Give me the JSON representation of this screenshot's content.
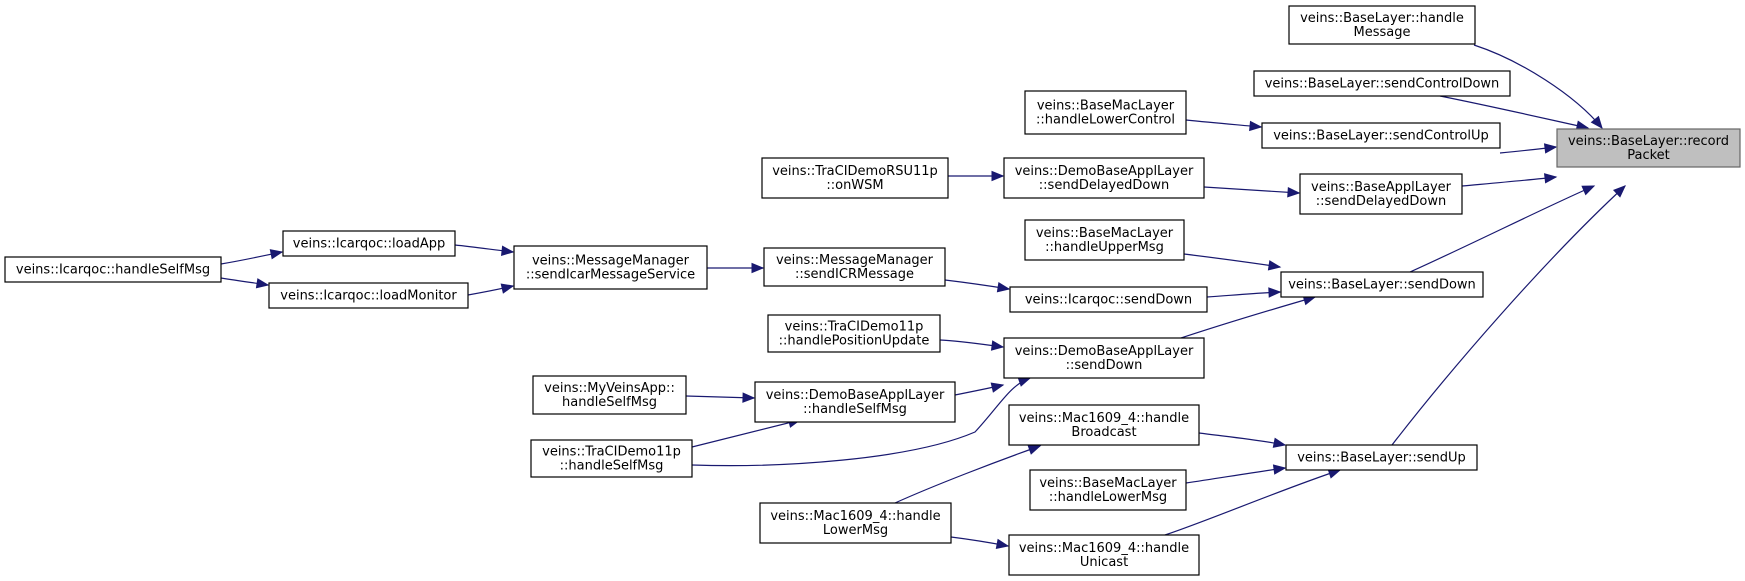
{
  "colors": {
    "edge": "#191970",
    "root_fill": "#bfbfbf",
    "node_border": "#000000"
  },
  "nodes": [
    {
      "id": "n1",
      "lines": [
        "veins::BaseLayer::record",
        "Packet"
      ],
      "root": true
    },
    {
      "id": "n2",
      "lines": [
        "veins::BaseLayer::handle",
        "Message"
      ]
    },
    {
      "id": "n3",
      "lines": [
        "veins::BaseLayer::sendControlDown"
      ]
    },
    {
      "id": "n4",
      "lines": [
        "veins::BaseLayer::sendControlUp"
      ]
    },
    {
      "id": "n5",
      "lines": [
        "veins::BaseMacLayer",
        "::handleLowerControl"
      ]
    },
    {
      "id": "n6",
      "lines": [
        "veins::BaseApplLayer",
        "::sendDelayedDown"
      ]
    },
    {
      "id": "n7",
      "lines": [
        "veins::DemoBaseApplLayer",
        "::sendDelayedDown"
      ]
    },
    {
      "id": "n8",
      "lines": [
        "veins::TraCIDemoRSU11p",
        "::onWSM"
      ]
    },
    {
      "id": "n9",
      "lines": [
        "veins::BaseLayer::sendDown"
      ]
    },
    {
      "id": "n10",
      "lines": [
        "veins::BaseMacLayer",
        "::handleUpperMsg"
      ]
    },
    {
      "id": "n11",
      "lines": [
        "veins::Icarqoc::sendDown"
      ]
    },
    {
      "id": "n12",
      "lines": [
        "veins::MessageManager",
        "::sendICRMessage"
      ]
    },
    {
      "id": "n13",
      "lines": [
        "veins::MessageManager",
        "::sendIcarMessageService"
      ]
    },
    {
      "id": "n14",
      "lines": [
        "veins::Icarqoc::loadApp"
      ]
    },
    {
      "id": "n15",
      "lines": [
        "veins::Icarqoc::loadMonitor"
      ]
    },
    {
      "id": "n16",
      "lines": [
        "veins::Icarqoc::handleSelfMsg"
      ]
    },
    {
      "id": "n17",
      "lines": [
        "veins::DemoBaseApplLayer",
        "::sendDown"
      ]
    },
    {
      "id": "n18",
      "lines": [
        "veins::TraCIDemo11p",
        "::handlePositionUpdate"
      ]
    },
    {
      "id": "n19",
      "lines": [
        "veins::DemoBaseApplLayer",
        "::handleSelfMsg"
      ]
    },
    {
      "id": "n20",
      "lines": [
        "veins::MyVeinsApp::",
        "handleSelfMsg"
      ]
    },
    {
      "id": "n21",
      "lines": [
        "veins::TraCIDemo11p",
        "::handleSelfMsg"
      ]
    },
    {
      "id": "n22",
      "lines": [
        "veins::BaseLayer::sendUp"
      ]
    },
    {
      "id": "n23",
      "lines": [
        "veins::Mac1609_4::handle",
        "Broadcast"
      ]
    },
    {
      "id": "n24",
      "lines": [
        "veins::BaseMacLayer",
        "::handleLowerMsg"
      ]
    },
    {
      "id": "n25",
      "lines": [
        "veins::Mac1609_4::handle",
        "Unicast"
      ]
    },
    {
      "id": "n26",
      "lines": [
        "veins::Mac1609_4::handle",
        "LowerMsg"
      ]
    }
  ],
  "edges": [
    {
      "from": "n2",
      "to": "n1"
    },
    {
      "from": "n3",
      "to": "n1"
    },
    {
      "from": "n4",
      "to": "n1"
    },
    {
      "from": "n6",
      "to": "n1"
    },
    {
      "from": "n9",
      "to": "n1"
    },
    {
      "from": "n22",
      "to": "n1"
    },
    {
      "from": "n5",
      "to": "n4"
    },
    {
      "from": "n7",
      "to": "n6"
    },
    {
      "from": "n8",
      "to": "n7"
    },
    {
      "from": "n10",
      "to": "n9"
    },
    {
      "from": "n11",
      "to": "n9"
    },
    {
      "from": "n17",
      "to": "n9"
    },
    {
      "from": "n12",
      "to": "n11"
    },
    {
      "from": "n13",
      "to": "n12"
    },
    {
      "from": "n14",
      "to": "n13"
    },
    {
      "from": "n15",
      "to": "n13"
    },
    {
      "from": "n16",
      "to": "n14"
    },
    {
      "from": "n16",
      "to": "n15"
    },
    {
      "from": "n18",
      "to": "n17"
    },
    {
      "from": "n19",
      "to": "n17"
    },
    {
      "from": "n21",
      "to": "n17"
    },
    {
      "from": "n20",
      "to": "n19"
    },
    {
      "from": "n21",
      "to": "n19"
    },
    {
      "from": "n23",
      "to": "n22"
    },
    {
      "from": "n24",
      "to": "n22"
    },
    {
      "from": "n25",
      "to": "n22"
    },
    {
      "from": "n26",
      "to": "n23"
    },
    {
      "from": "n26",
      "to": "n25"
    }
  ]
}
